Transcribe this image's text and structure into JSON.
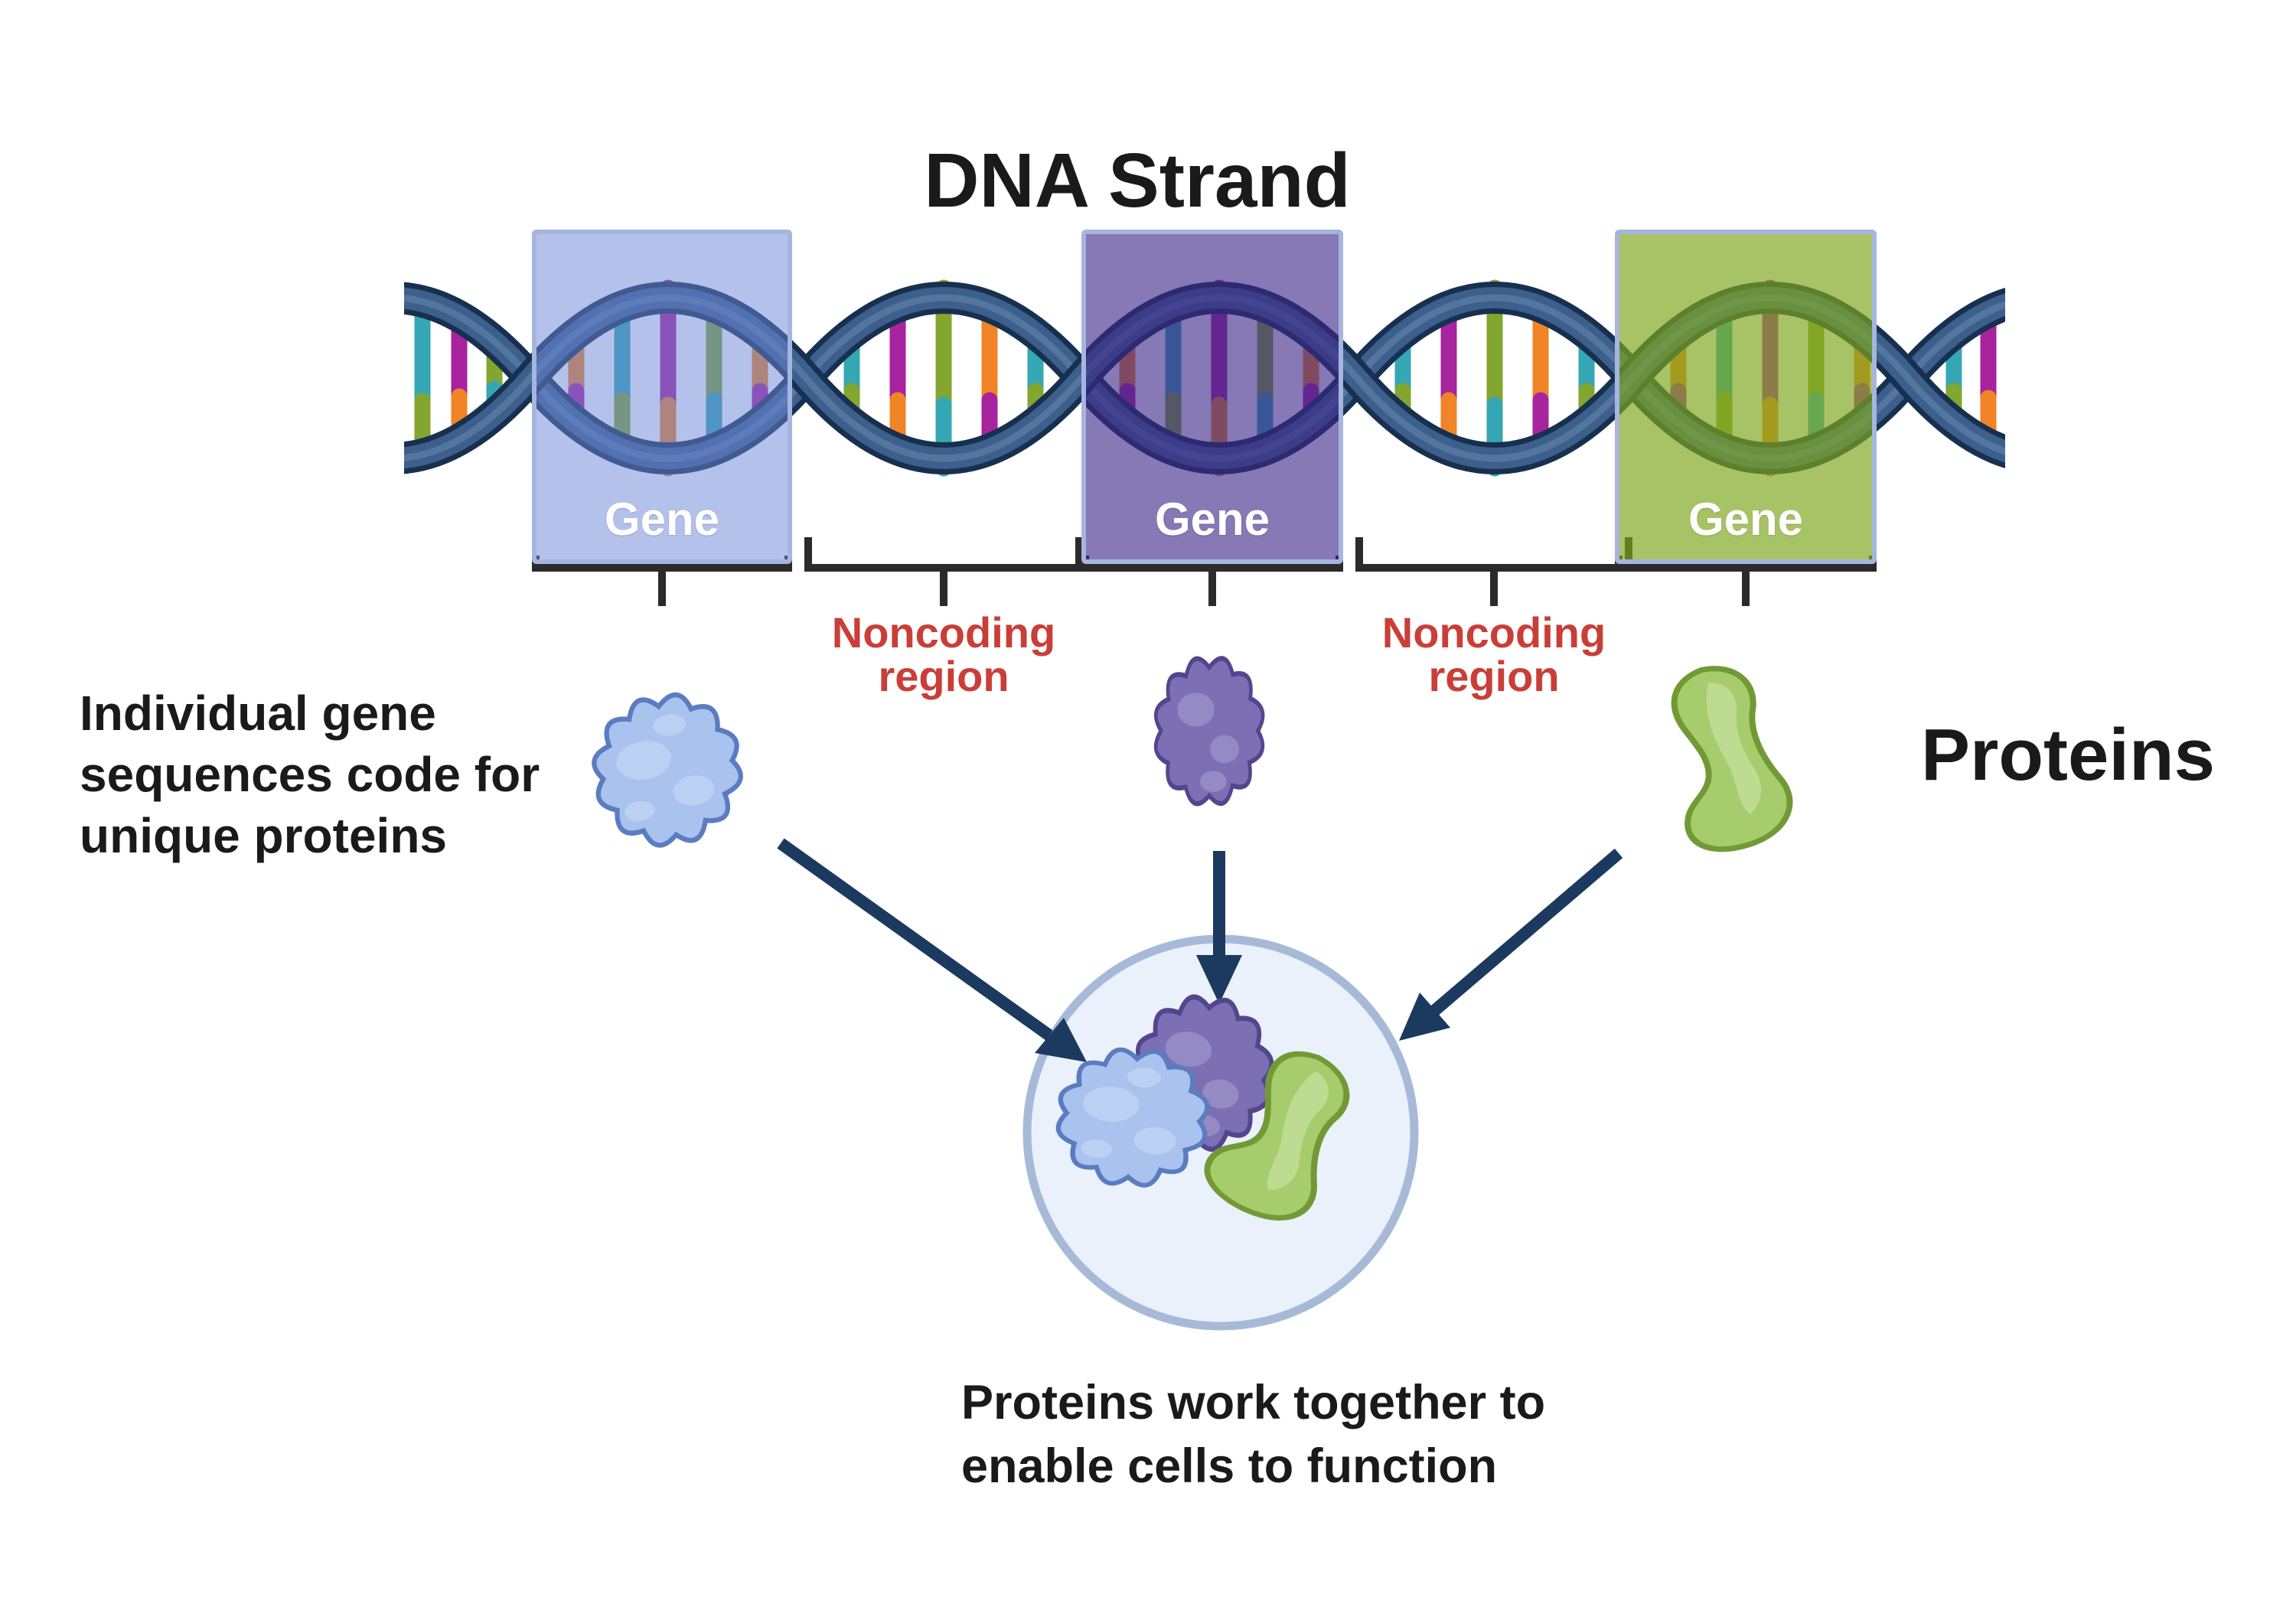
{
  "title": "DNA Strand",
  "gene_boxes": [
    {
      "label": "Gene",
      "fill": "#b4c1ea",
      "border": "#a6b5df"
    },
    {
      "label": "Gene",
      "fill": "#8a7cb5",
      "border": "#a6b5df"
    },
    {
      "label": "Gene",
      "fill": "#a8c366",
      "border": "#a6b5df"
    }
  ],
  "noncoding_regions": [
    {
      "label": "Noncoding\nregion"
    },
    {
      "label": "Noncoding\nregion"
    }
  ],
  "captions": {
    "left": "Individual gene\nsequences code for\nunique proteins",
    "proteins_heading": "Proteins",
    "bottom": "Proteins work together to\nenable cells to function"
  },
  "proteins": [
    {
      "name": "blue protein",
      "color": "#a9c2ee"
    },
    {
      "name": "purple protein",
      "color": "#7d6fb4"
    },
    {
      "name": "green protein",
      "color": "#a6cc6c"
    }
  ],
  "colors": {
    "dna_backbone_dark": "#17304f",
    "dna_backbone_mid": "#3d5f8c",
    "rung_teal": "#35a7b4",
    "rung_magenta": "#a8239e",
    "rung_orange": "#f08426",
    "rung_olive": "#82a62f",
    "bracket": "#2b2b2b",
    "noncoding_text": "#ca3e38",
    "arrow": "#1c3a60",
    "cell_fill": "#eaf1fb",
    "cell_border": "#a6bad8",
    "title_text": "#1a1a1a"
  }
}
